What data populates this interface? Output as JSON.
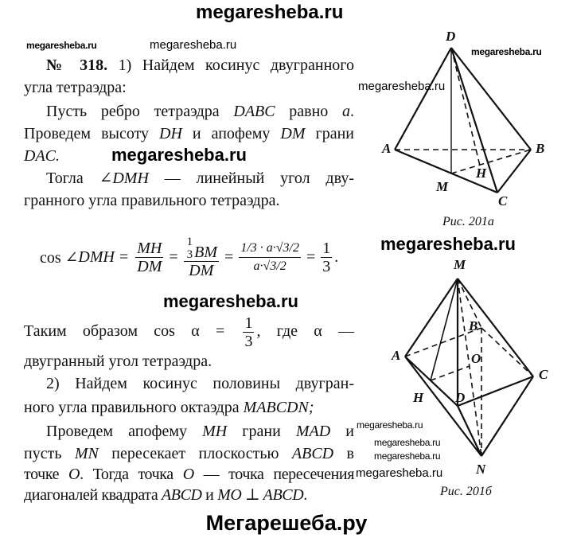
{
  "watermarks": {
    "top": "megaresheba.ru",
    "small": "megaresheba.ru",
    "bold": "megaresheba.ru",
    "footer": "Мегарешеба.ру"
  },
  "text": {
    "problem_number": "№ 318.",
    "l1": "1) Найдем косинус двугранного",
    "l2": "угла тетраэдра:",
    "l3a": "Пусть ребро тетраэдра ",
    "l3b": "DABC",
    "l3c": " равно ",
    "l3d": "a",
    "l4a": "Проведем высоту ",
    "l4b": "DH",
    "l4c": " и апофему ",
    "l4d": "DM",
    "l4e": " грани",
    "l5": "DAC.",
    "l6a": "Тогла ∠",
    "l6b": "DMH",
    "l6c": " — линейный угол дву-",
    "l7": "гранного угла правильного тетраэдра.",
    "l8a": "Таким образом cos α = ",
    "l8b": ", где α —",
    "l9": "двугранный угол тетраэдра.",
    "l10": "2) Найдем косинус половины двугран-",
    "l11a": "ного угла правильного октаэдра ",
    "l11b": "MABCDN;",
    "l12a": "Проведем апофему ",
    "l12b": "MH",
    "l12c": " грани ",
    "l12d": "MAD",
    "l12e": " и",
    "l13a": "пусть ",
    "l13b": "MN",
    "l13c": " пересекает плоскостью ",
    "l13d": "ABCD",
    "l13e": " в",
    "l14a": "точке ",
    "l14b": "O",
    "l14c": ". Тогда точка ",
    "l14d": "O",
    "l14e": " — точка пересечения",
    "l15a": "диагоналей квадрата ",
    "l15b": "ABCD",
    "l15c": " и ",
    "l15d": "MO ⊥ ABCD",
    "l15e": "."
  },
  "formula": {
    "lhs": "cos ∠",
    "lhs_var": "DMH",
    "eq": "=",
    "f1_num": "MH",
    "f1_den": "DM",
    "f2_coef_num": "1",
    "f2_coef_den": "3",
    "f2_num": "BM",
    "f2_den": "DM",
    "f3_num": "1/3 · a·√3/2",
    "f3_den": "a·√3/2",
    "res_num": "1",
    "res_den": "3",
    "period": ".",
    "alpha_num": "1",
    "alpha_den": "3"
  },
  "figures": {
    "a": {
      "caption": "Рис. 201а",
      "labels": {
        "D": "D",
        "A": "A",
        "B": "B",
        "M": "M",
        "H": "H",
        "C": "C"
      }
    },
    "b": {
      "caption": "Рис. 201б",
      "labels": {
        "M": "M",
        "A": "A",
        "B": "B",
        "C": "C",
        "D": "D",
        "O": "O",
        "H": "H",
        "N": "N"
      }
    }
  }
}
